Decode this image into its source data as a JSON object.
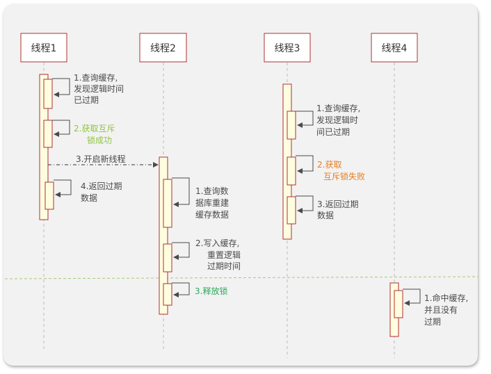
{
  "threads": [
    {
      "label": "线程1"
    },
    {
      "label": "线程2"
    },
    {
      "label": "线程3"
    },
    {
      "label": "线程4"
    }
  ],
  "notes": {
    "t1_query": [
      "1.查询缓存,",
      "发现逻辑时间",
      "已过期"
    ],
    "t1_lock": [
      "2.获取互斥",
      "锁成功"
    ],
    "t1_new_thread": [
      "3.开启新线程"
    ],
    "t1_return": [
      "4.返回过期",
      "数据"
    ],
    "t2_query_db": [
      "1.查询数",
      "据库重建",
      "缓存数据"
    ],
    "t2_write": [
      "2.写入缓存,",
      "重置逻辑",
      "过期时间"
    ],
    "t2_release": [
      "3.释放锁"
    ],
    "t3_query": [
      "1.查询缓存,",
      "发现逻辑时",
      "间已过期"
    ],
    "t3_lock_fail": [
      "2.获取",
      "互斥锁失败"
    ],
    "t3_return": [
      "3.返回过期",
      "数据"
    ],
    "t4_hit": [
      "1.命中缓存,",
      "并且没有",
      "过期"
    ]
  },
  "colors": {
    "head_border": "#b03030",
    "activation_fill": "#fffde0",
    "activation_border": "#b03030",
    "lifeline": "#bbbbbb",
    "separator": "#a8c878",
    "green_text": "#8fc541",
    "green_text_2": "#2aab5a",
    "orange_text": "#e67e22"
  }
}
